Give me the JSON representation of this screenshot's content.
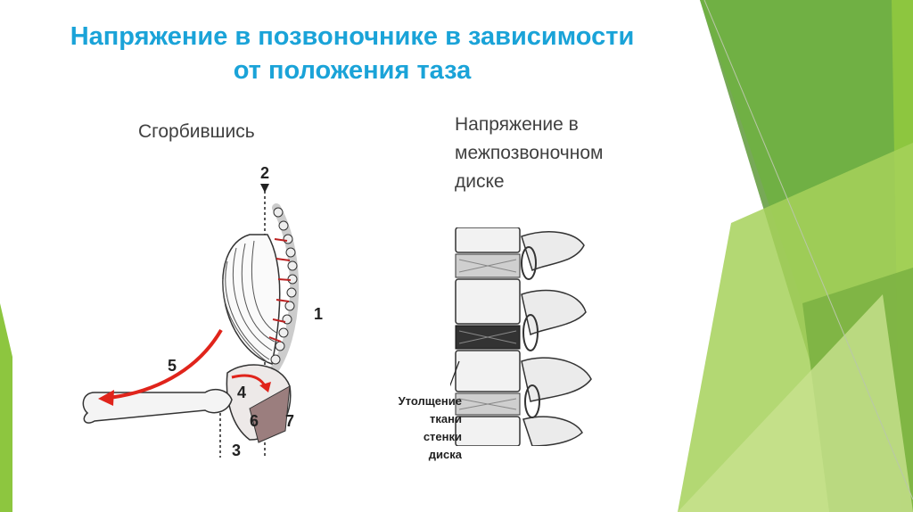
{
  "slide": {
    "title_line1": "Напряжение в позвоночнике в зависимости",
    "title_line2": "от положения таза",
    "caption_left": "Сгорбившись",
    "caption_right": [
      "Напряжение в",
      "межпозвоночном",
      "диске"
    ],
    "annotation": [
      "Утолщение",
      "ткани",
      "стенки",
      "диска"
    ],
    "figure_numbers": [
      "1",
      "2",
      "3",
      "4",
      "5",
      "6",
      "7"
    ]
  },
  "colors": {
    "title": "#1aa3d8",
    "accent_green": "#8dc63f",
    "arrow_red": "#e0241b"
  }
}
